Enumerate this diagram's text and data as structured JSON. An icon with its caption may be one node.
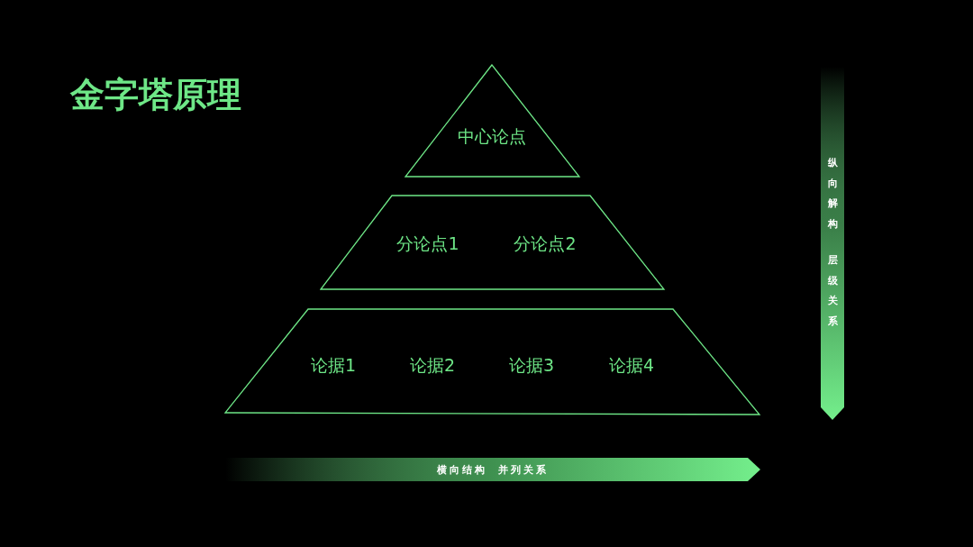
{
  "diagram": {
    "title": "金字塔原理",
    "nodes": [
      {
        "text": [
          "中心论点"
        ]
      },
      {
        "text": [
          "分论点1",
          "分论点2"
        ]
      },
      {
        "text": [
          "论据1",
          "论据2",
          "论据3",
          "论据4"
        ]
      },
      {
        "text": [
          "横向结构",
          "并列关系"
        ]
      },
      {
        "text": [
          "纵向解构",
          "层级关系"
        ]
      }
    ]
  }
}
